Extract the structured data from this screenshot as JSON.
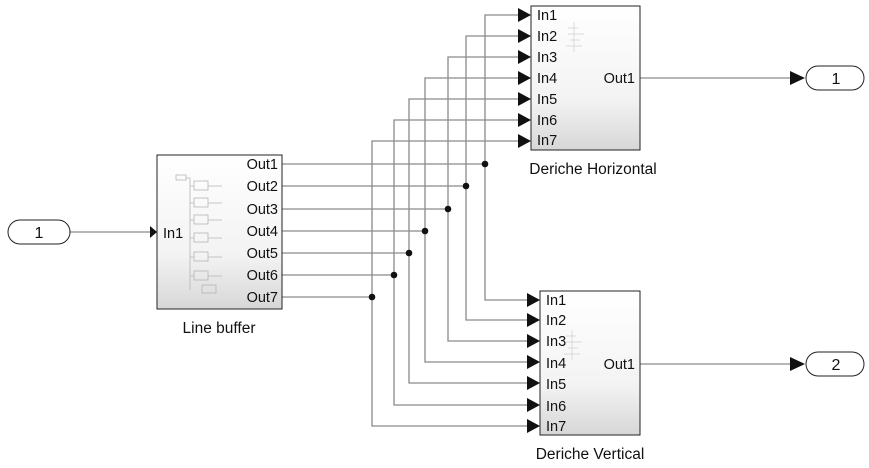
{
  "diagram": {
    "inports": [
      {
        "number": "1"
      }
    ],
    "outports": [
      {
        "number": "1"
      },
      {
        "number": "2"
      }
    ],
    "blocks": {
      "line_buffer": {
        "name": "Line buffer",
        "inputs": [
          "In1"
        ],
        "outputs": [
          "Out1",
          "Out2",
          "Out3",
          "Out4",
          "Out5",
          "Out6",
          "Out7"
        ]
      },
      "deriche_horizontal": {
        "name": "Deriche Horizontal",
        "inputs": [
          "In1",
          "In2",
          "In3",
          "In4",
          "In5",
          "In6",
          "In7"
        ],
        "outputs": [
          "Out1"
        ]
      },
      "deriche_vertical": {
        "name": "Deriche Vertical",
        "inputs": [
          "In1",
          "In2",
          "In3",
          "In4",
          "In5",
          "In6",
          "In7"
        ],
        "outputs": [
          "Out1"
        ]
      }
    }
  }
}
